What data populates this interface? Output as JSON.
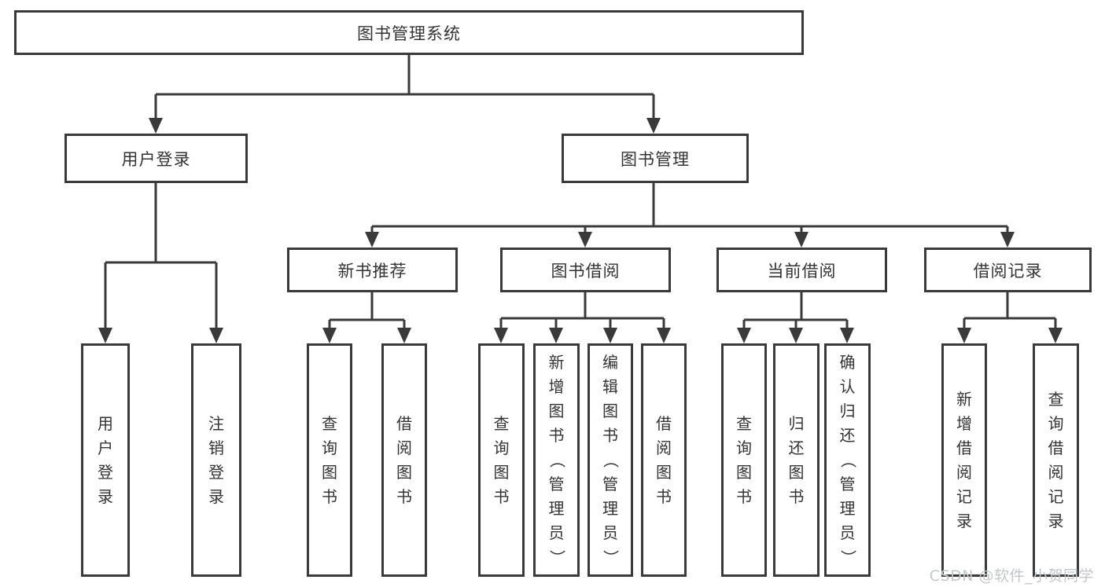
{
  "tree": {
    "root": "图书管理系统",
    "user_login": "用户登录",
    "book_mgmt": "图书管理",
    "new_books": "新书推荐",
    "book_borrow": "图书借阅",
    "current_borrow": "当前借阅",
    "borrow_records": "借阅记录",
    "leaves": {
      "user_login_1": "用户登录",
      "user_login_2": "注销登录",
      "new_books_1": "查询图书",
      "new_books_2": "借阅图书",
      "book_borrow_1": "查询图书",
      "book_borrow_2": "新增图书（管理员）",
      "book_borrow_3": "编辑图书（管理员）",
      "book_borrow_4": "借阅图书",
      "current_borrow_1": "查询图书",
      "current_borrow_2": "归还图书",
      "current_borrow_3": "确认归还（管理员）",
      "borrow_records_1": "新增借阅记录",
      "borrow_records_2": "查询借阅记录"
    }
  },
  "watermark": "CSDN @软件_小贺同学",
  "colors": {
    "line": "#3a3a3a",
    "text": "#333333",
    "watermark": "#c3c6cb",
    "background": "#ffffff"
  }
}
